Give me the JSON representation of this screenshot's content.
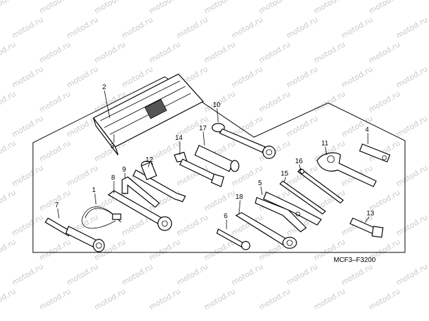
{
  "watermark": "motod.ru",
  "diagram_code": "MCF3–F3200",
  "callouts": {
    "c1": "1",
    "c2": "2",
    "c3": "3",
    "c4": "4",
    "c5": "5",
    "c6": "6",
    "c7": "7",
    "c8": "8",
    "c9": "9",
    "c10": "10",
    "c11": "11",
    "c12": "12",
    "c13": "13",
    "c14": "14",
    "c15": "15",
    "c16": "16",
    "c17": "17",
    "c18": "18"
  }
}
